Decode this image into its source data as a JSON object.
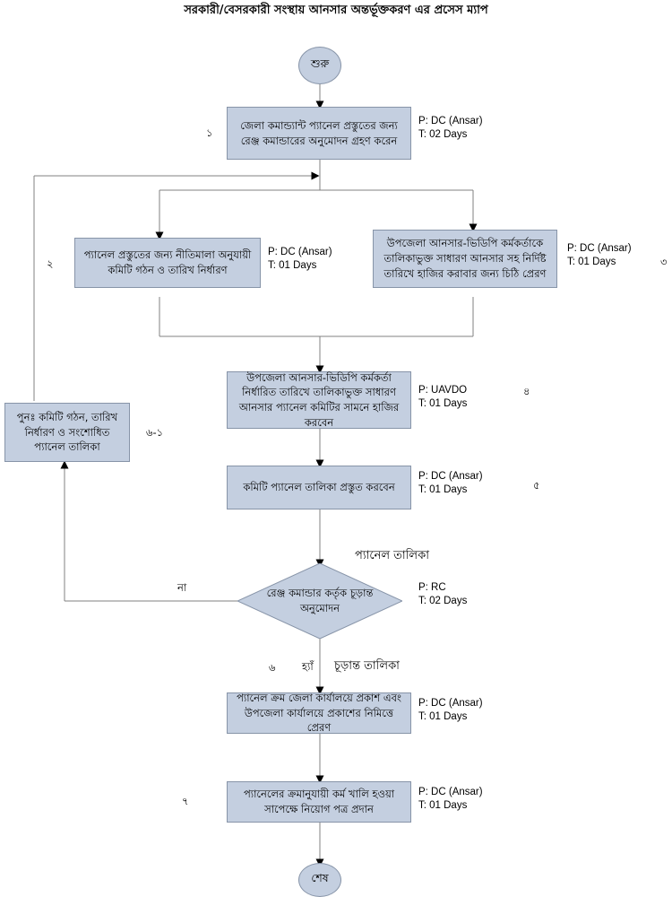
{
  "title": "সরকারী/বেসরকারী সংস্থায় আনসার অন্তর্ভূক্তকরণ এর প্রসেস ম্যাপ",
  "colors": {
    "node_fill": "#c4cfe0",
    "node_border": "#8794a8",
    "connector": "#808080",
    "text": "#000000",
    "page_background": "#ffffff"
  },
  "nodes": {
    "start": {
      "label": "শুরু",
      "type": "terminator"
    },
    "end": {
      "label": "শেষ",
      "type": "terminator"
    },
    "n1": {
      "label": "জেলা কমান্ড্যান্ট প্যানেল প্রস্তুতের জন্য রেঞ্জ কমান্ডারের অনুমোদন গ্রহণ করেন",
      "person": "P: DC (Ansar)",
      "time": "T: 02 Days",
      "step": "১"
    },
    "n2": {
      "label": "প্যানেল প্রস্তুতের জন্য নীতিমালা অনুযায়ী কমিটি গঠন ও তারিখ নির্ধারণ",
      "person": "P: DC (Ansar)",
      "time": "T: 01 Days",
      "step": "২"
    },
    "n3": {
      "label": "উপজেলা আনসার-ভিডিপি কর্মকর্তাকে তালিকাভুক্ত সাধারণ আনসার সহ নির্দিষ্ট তারিখে হাজির করাবার জন্য চিঠি প্রেরণ",
      "person": "P: DC (Ansar)",
      "time": "T: 01 Days",
      "step": "৩"
    },
    "n4": {
      "label": "উপজেলা আনসার-ভিডিপি কর্মকর্তা নির্ধারিত তারিখে তালিকাভুক্ত সাধারণ আনসার প্যানেল কমিটির সামনে হাজির করবেন",
      "person": "P: UAVDO",
      "time": "T: 01 Days",
      "step": "৪"
    },
    "n5": {
      "label": "কমিটি প্যানেল তালিকা প্রস্তুত করবেন",
      "person": "P: DC (Ansar)",
      "time": "T: 01 Days",
      "step": "৫"
    },
    "rework": {
      "label": "পুনঃ  কমিটি গঠন, তারিখ নির্ধারণ ও সংশোধিত প্যানেল তালিকা",
      "step": "৬-১"
    },
    "decision": {
      "label": "রেঞ্জ কমান্ডার কর্তৃক চূড়ান্ত অনুমোদন",
      "person": "P: RC",
      "time": "T: 02 Days",
      "step": "৬",
      "input_label": "প্যানেল তালিকা",
      "yes_label": "হ্যাঁ",
      "no_label": "না",
      "yes_output_label": "চূড়ান্ত তালিকা"
    },
    "n6": {
      "label": "প্যানেল ক্রম জেলা কার্যালয়ে প্রকাশ এবং উপজেলা কার্যালয়ে প্রকাশের নিমিত্তে প্রেরণ",
      "person": "P: DC (Ansar)",
      "time": "T: 01 Days"
    },
    "n7": {
      "label": "প্যানেলের ক্রমানুযায়ী কর্ম খালি হওয়া সাপেক্ষে নিয়োগ পত্র প্রদান",
      "person": "P: DC (Ansar)",
      "time": "T: 01 Days",
      "step": "৭"
    }
  }
}
